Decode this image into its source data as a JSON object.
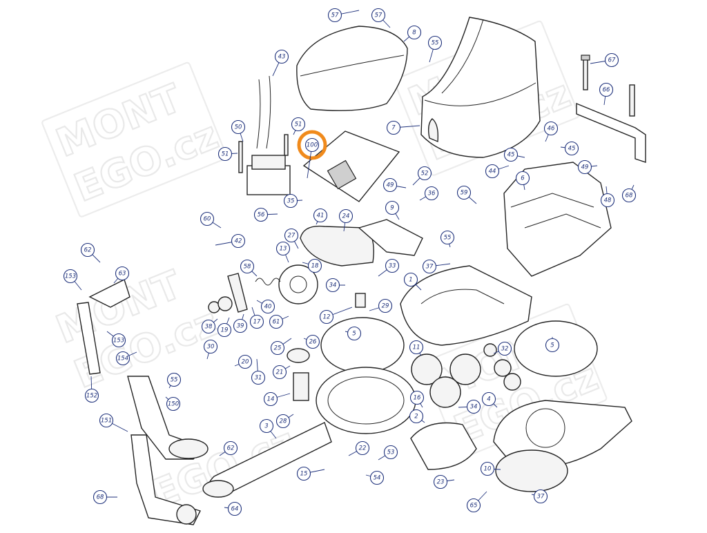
{
  "watermark": {
    "line1": "MONT",
    "line2": "EGO.cz"
  },
  "highlight": {
    "label": "100",
    "color": "#f08a1c"
  },
  "colors": {
    "callout": "#1c2f7a",
    "line": "#222222"
  },
  "callouts": [
    "57",
    "57",
    "8",
    "55",
    "67",
    "43",
    "66",
    "50",
    "51",
    "51",
    "100",
    "7",
    "46",
    "45",
    "45",
    "44",
    "49",
    "6",
    "48",
    "68",
    "52",
    "49",
    "36",
    "59",
    "35",
    "56",
    "60",
    "41",
    "24",
    "9",
    "42",
    "27",
    "13",
    "55",
    "62",
    "18",
    "58",
    "63",
    "33",
    "37",
    "153",
    "1",
    "34",
    "40",
    "12",
    "29",
    "38",
    "19",
    "39",
    "17",
    "61",
    "5",
    "153",
    "25",
    "26",
    "5",
    "154",
    "30",
    "11",
    "32",
    "20",
    "21",
    "31",
    "152",
    "55",
    "150",
    "14",
    "16",
    "34",
    "4",
    "28",
    "3",
    "2",
    "151",
    "62",
    "22",
    "53",
    "15",
    "10",
    "54",
    "23",
    "68",
    "64",
    "37",
    "65"
  ]
}
